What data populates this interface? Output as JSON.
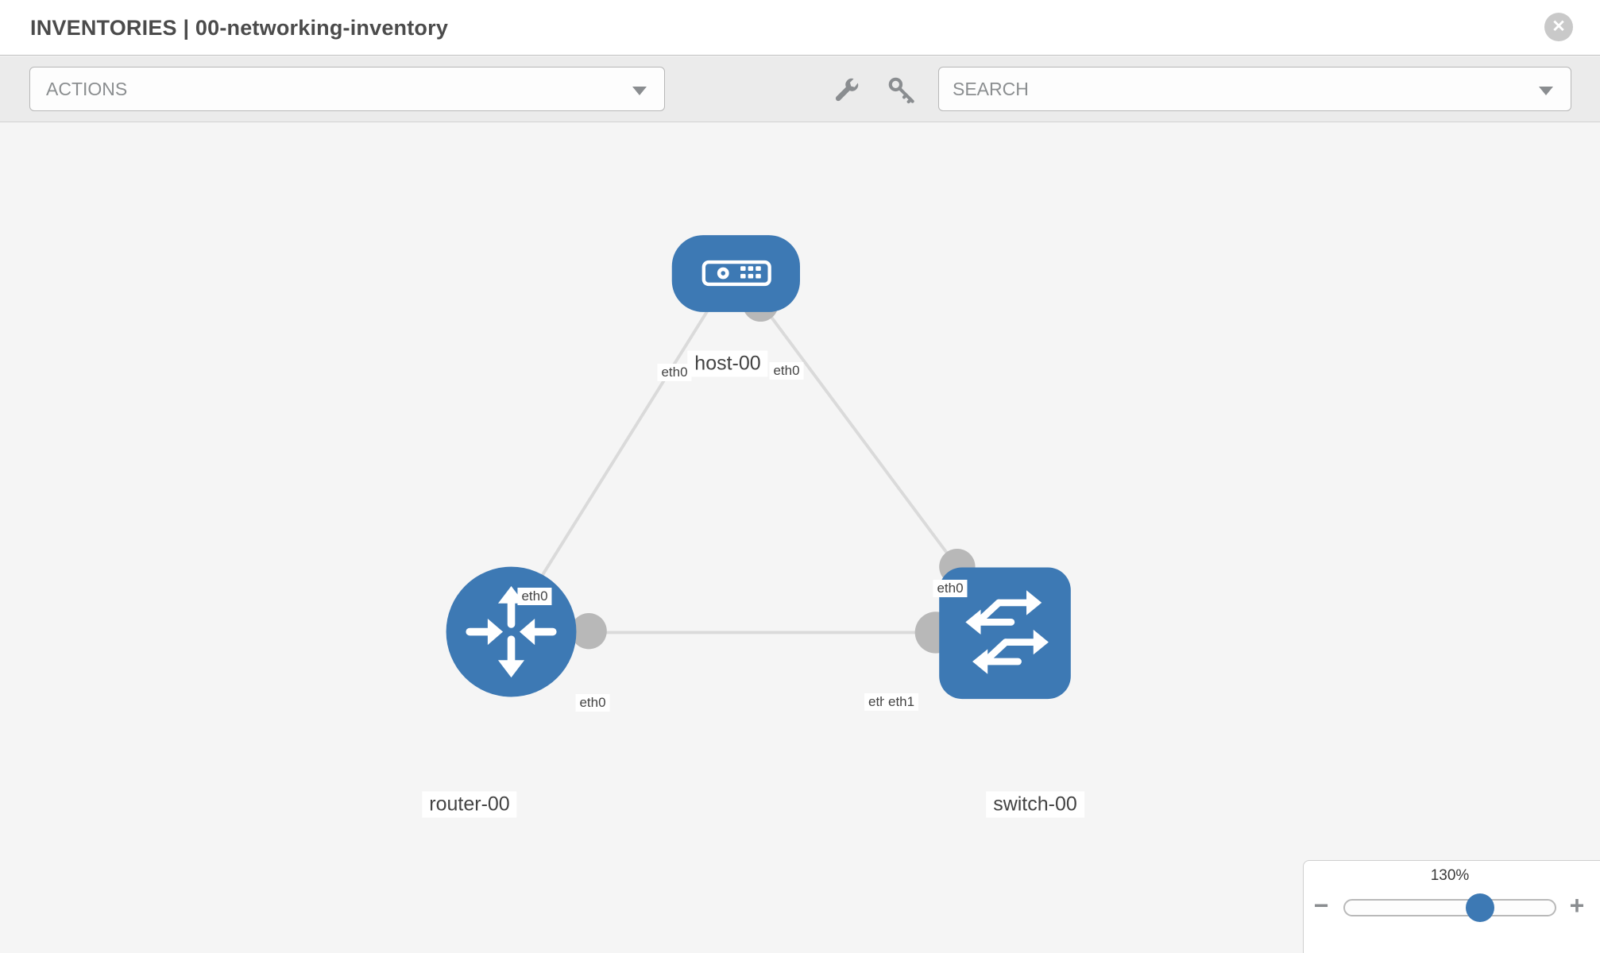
{
  "header": {
    "title": "INVENTORIES | 00-networking-inventory",
    "close_glyph": "✕"
  },
  "toolbar": {
    "actions_label": "ACTIONS",
    "search_placeholder": "SEARCH"
  },
  "topology": {
    "nodes": [
      {
        "label": "host-00",
        "type": "host"
      },
      {
        "label": "router-00",
        "type": "router"
      },
      {
        "label": "switch-00",
        "type": "switch"
      }
    ],
    "interfaces": {
      "host_left": "eth0",
      "host_right": "eth0",
      "host_router_link": "eth0",
      "host_switch_link": "eth0",
      "router_side": "eth0",
      "switch_side_under": "eth0",
      "switch_side": "eth1"
    },
    "links": [
      {
        "from": "host-00",
        "to": "router-00"
      },
      {
        "from": "host-00",
        "to": "switch-00"
      },
      {
        "from": "router-00",
        "to": "switch-00"
      }
    ]
  },
  "zoom": {
    "level": "130%",
    "minus_glyph": "−",
    "plus_glyph": "+"
  },
  "colors": {
    "node_blue": "#3d79b4",
    "link_gray": "#dadada",
    "interface_gray": "#b8b8b8",
    "toolbar_gray": "#ebebeb",
    "canvas_gray": "#f5f5f5"
  }
}
